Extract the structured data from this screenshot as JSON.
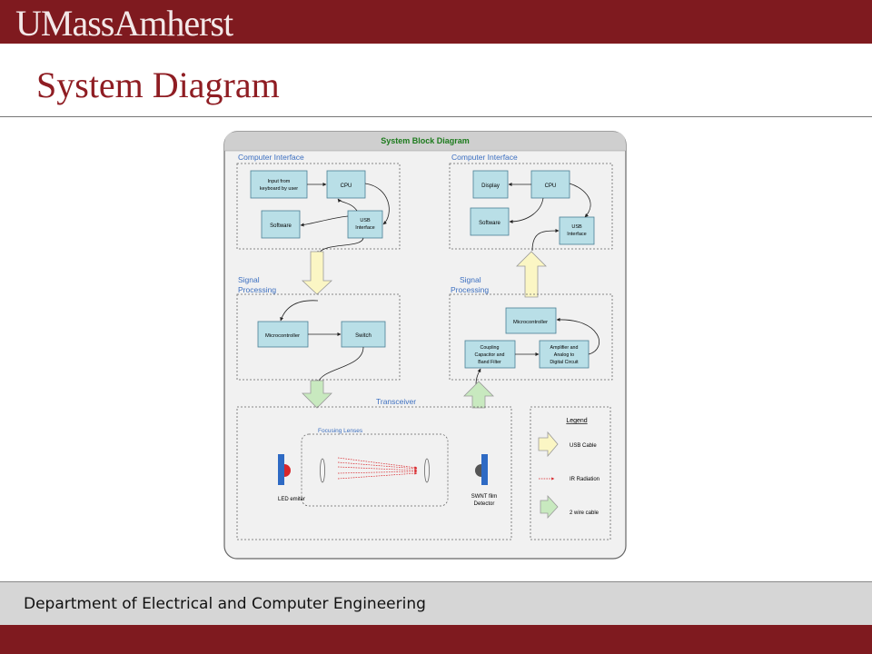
{
  "header": {
    "logo_text": "UMassAmherst"
  },
  "slide": {
    "title": "System Diagram"
  },
  "footer": {
    "department": "Department of Electrical and Computer Engineering"
  },
  "diagram": {
    "title": "System Block Diagram",
    "left_computer": {
      "label": "Computer Interface",
      "input": [
        "Input from",
        "keyboard by user"
      ],
      "cpu": "CPU",
      "software": "Software",
      "usb": [
        "USB",
        "Interface"
      ]
    },
    "right_computer": {
      "label": "Computer Interface",
      "display": "Display",
      "cpu": "CPU",
      "software": "Software",
      "usb": [
        "USB",
        "Interface"
      ]
    },
    "left_signal": {
      "label": [
        "Signal",
        "Processing"
      ],
      "microcontroller": "Microcontroller",
      "switch": "Switch"
    },
    "right_signal": {
      "label": [
        "Signal",
        "Processing"
      ],
      "microcontroller": "Microcontroller",
      "coupling": [
        "Coupling",
        "Capacitor and",
        "Band Filter"
      ],
      "amplifier": [
        "Amplifier and",
        "Analog to",
        "Digital Circuit"
      ]
    },
    "transceiver": {
      "label": "Transceiver",
      "lenses": "Focusing Lenses",
      "led": "LED emiter",
      "detector": [
        "SWNT film",
        "Detector"
      ]
    },
    "legend": {
      "title": "Legend",
      "usb_cable": "USB Cable",
      "ir_radiation": "IR Radiation",
      "two_wire": "2 wire cable"
    },
    "colors": {
      "block_fill": "#b9dfe7",
      "block_stroke": "#4a7f95",
      "usb_arrow": "#fbf6c4",
      "wire_arrow": "#c8e9bf",
      "ir": "#d9262b",
      "led": "#2e6ac4"
    }
  }
}
